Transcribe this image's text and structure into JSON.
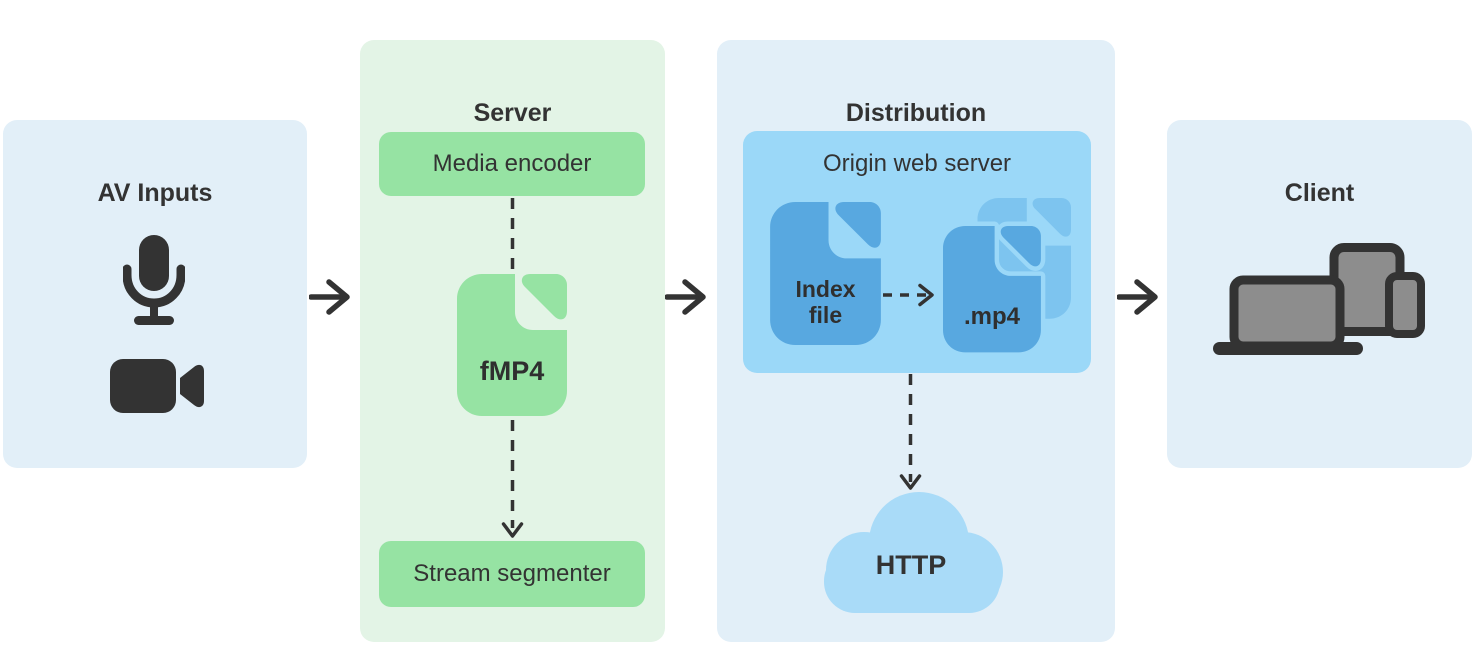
{
  "panels": {
    "av_inputs": {
      "title": "AV Inputs"
    },
    "server": {
      "title": "Server",
      "media_encoder_label": "Media encoder",
      "fmp4_label": "fMP4",
      "stream_segmenter_label": "Stream segmenter"
    },
    "distribution": {
      "title": "Distribution",
      "origin_server_label": "Origin web server",
      "index_file_label": "Index file",
      "mp4_label": ".mp4",
      "http_label": "HTTP"
    },
    "client": {
      "title": "Client"
    }
  },
  "colors": {
    "panel_blue": "#e2eff8",
    "panel_green": "#e3f4e6",
    "node_green": "#96e3a3",
    "origin_box_blue": "#9bd8f8",
    "document_blue": "#58a8e0",
    "document_blue_light": "#7dc4ef",
    "cloud_blue": "#a9dbf8",
    "ink": "#333333",
    "device_gray": "#8d8d8d"
  },
  "icons": {
    "microphone": "microphone-icon",
    "video_camera": "video-camera-icon",
    "fmp4_file": "file-document-icon",
    "index_file": "file-document-icon",
    "mp4_files": "stacked-files-icon",
    "http_cloud": "cloud-icon",
    "client_devices": "devices-icon",
    "flow_arrow": "arrow-right-icon"
  }
}
